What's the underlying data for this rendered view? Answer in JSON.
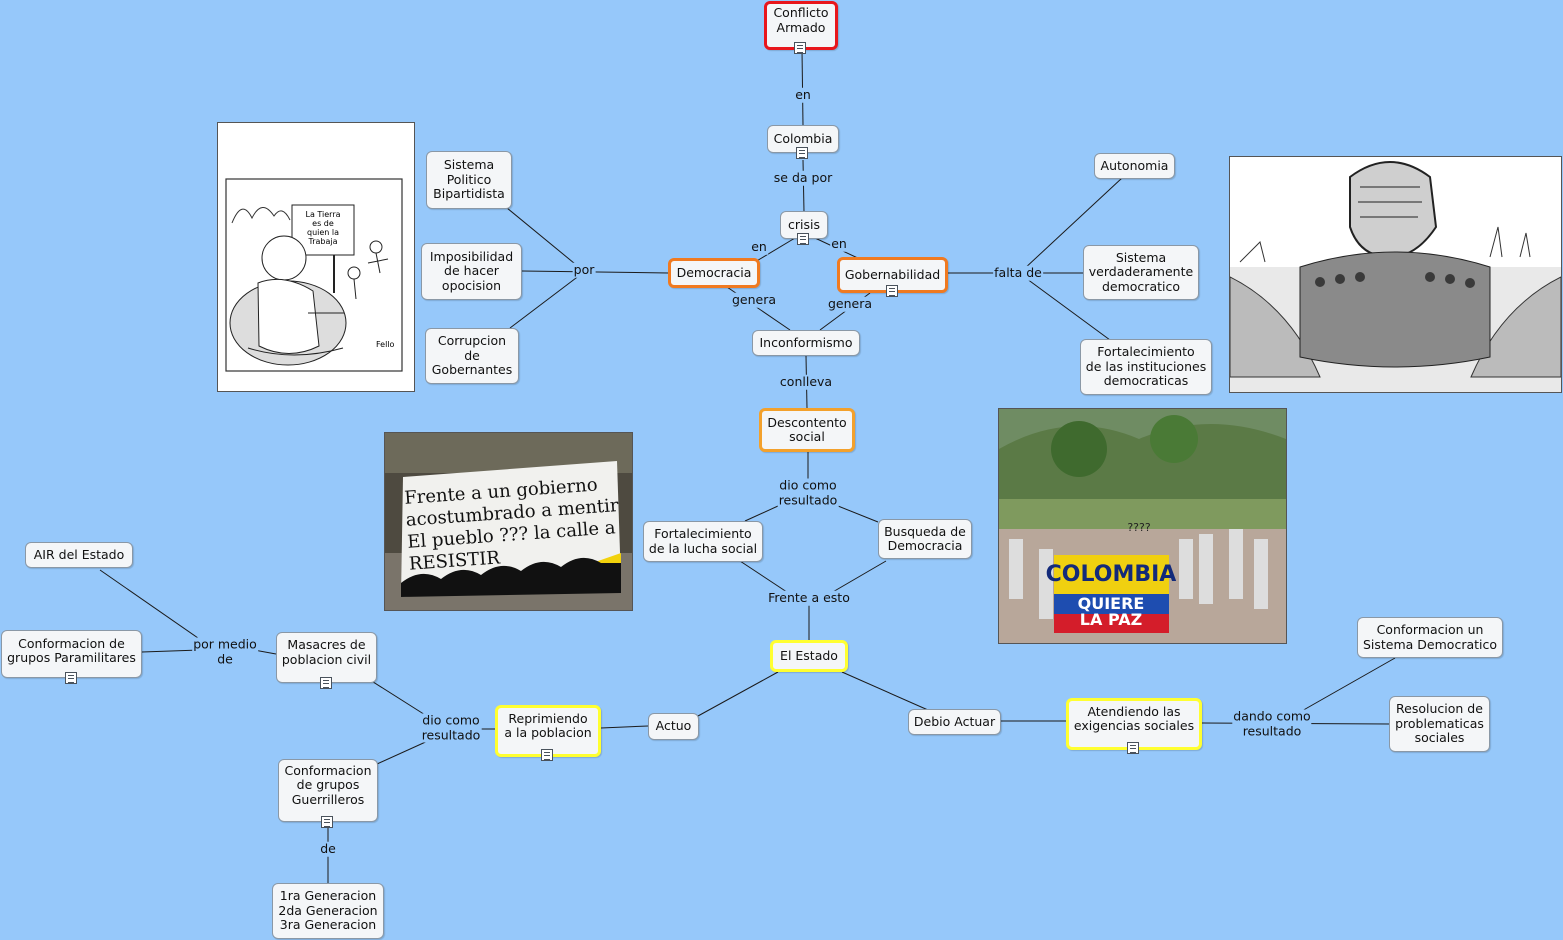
{
  "nodes": {
    "conflicto": "Conflicto\nArmado",
    "colombia": "Colombia",
    "crisis": "crisis",
    "democracia": "Democracia",
    "gobernabilidad": "Gobernabilidad",
    "inconformismo": "Inconformismo",
    "descontento": "Descontento\nsocial",
    "sistema_politico": "Sistema\nPolitico\nBipartidista",
    "imposibilidad": "Imposibilidad\nde hacer\nopocision",
    "corrupcion": "Corrupcion\nde\nGobernantes",
    "autonomia": "Autonomia",
    "sistema_verdadero": "Sistema\nverdaderamente\ndemocratico",
    "fortalecimiento_inst": "Fortalecimiento\nde las instituciones\ndemocraticas",
    "fortalecimiento_lucha": "Fortalecimiento\nde la lucha social",
    "busqueda": "Busqueda de\nDemocracia",
    "estado": "El Estado",
    "actuo": "Actuo",
    "debio": "Debio Actuar",
    "reprimiendo": "Reprimiendo\na la poblacion",
    "atendiendo": "Atendiendo las\nexigencias sociales",
    "masacres": "Masacres de\npoblacion civil",
    "guerrilleros": "Conformacion\nde grupos\nGuerrilleros",
    "generaciones": "1ra Generacion\n2da Generacion\n3ra Generacion",
    "air": "AIR del Estado",
    "paramilitares": "Conformacion de\ngrupos Paramilitares",
    "sistema_democratico": "Conformacion un\nSistema Democratico",
    "resolucion": "Resolucion de\nproblematicas\nsociales"
  },
  "link_labels": {
    "en_top": "en",
    "se_da_por": "se da por",
    "en_left": "en",
    "en_right": "en",
    "por": "por",
    "falta_de": "falta de",
    "genera_left": "genera",
    "genera_right": "genera",
    "conlleva": "conlleva",
    "dio_como_resultado_top": "dio como\nresultado",
    "frente_a_esto": "Frente a esto",
    "dio_como_resultado_left": "dio como\nresultado",
    "por_medio_de": "por medio\nde",
    "de": "de",
    "dando_como_resultado": "dando como\nresultado"
  },
  "images": {
    "cartoon_sign": "La Tierra\nes de\nquien la\nTrabaja",
    "cartoon_signature": "Fello",
    "banner_text": "Frente a un gobierno\nacostumbrado a mentir\nEl pueblo ??? la calle a\nRESISTIR",
    "colombia_sign_top": "COLOMBIA",
    "colombia_sign_bottom": "QUIERE\nLA PAZ",
    "colombia_question": "????"
  },
  "colors": {
    "background": "#96c8fa",
    "node_fill": "#f4f6f8",
    "border_red": "#e8161c",
    "border_orange": "#f07a20",
    "border_yellow": "#ffff30"
  }
}
